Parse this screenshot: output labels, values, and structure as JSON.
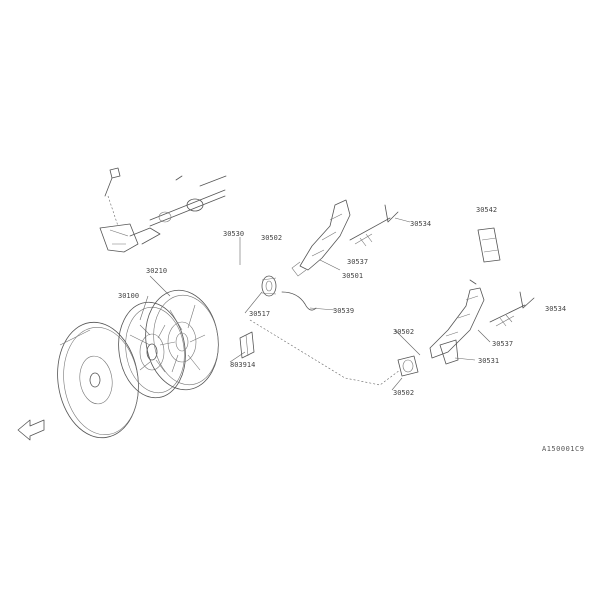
{
  "diagram": {
    "labels": {
      "l_30530": "30530",
      "l_30502": "30502",
      "l_30534": "30534",
      "l_30542": "30542",
      "l_30210": "30210",
      "l_30100": "30100",
      "l_30537": "30537",
      "l_30501": "30501",
      "l_30539": "30539",
      "l_30502b": "30502",
      "l_30534b": "30534",
      "l_30537b": "30537",
      "l_30531": "30531",
      "l_803914": "803914",
      "l_30517": "30517",
      "l_30502c": "30502"
    },
    "figure_code": "A150001C9"
  }
}
